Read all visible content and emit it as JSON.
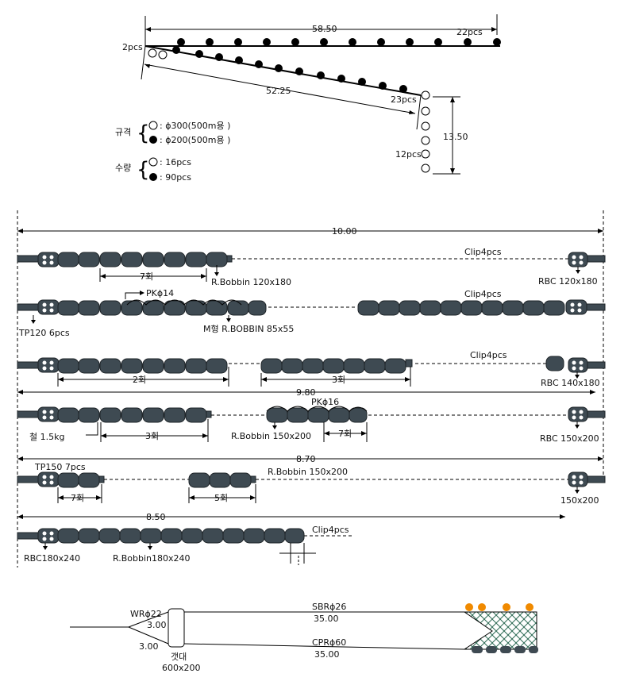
{
  "top": {
    "dim_top": "58.50",
    "dim_slant": "52.25",
    "dim_right": "13.50",
    "lbl_2pcs": "2pcs",
    "lbl_22pcs": "22pcs",
    "lbl_23pcs": "23pcs",
    "lbl_12pcs": "12pcs"
  },
  "legend": {
    "spec_label": "규격",
    "spec_open": ": ϕ300(500m용 )",
    "spec_filled": ": ϕ200(500m용 )",
    "qty_label": "수량",
    "qty_open": ": 16pcs",
    "qty_filled": ": 90pcs"
  },
  "rows": {
    "r1": {
      "dim_total": "10.00",
      "clip": "Clip4pcs",
      "span": "7회",
      "bobbin": "R.Bobbin 120x180",
      "rbc": "RBC 120x180"
    },
    "r2": {
      "clip": "Clip4pcs",
      "pk": "PKϕ14",
      "tp": "TP120 6pcs",
      "mbob": "M형 R.BOBBIN 85x55"
    },
    "r3": {
      "clip": "Clip4pcs",
      "span_a": "2회",
      "span_b": "3회",
      "rbc": "RBC 140x180",
      "dim_total": "9.80"
    },
    "r4": {
      "pk": "PKϕ16",
      "weight": "철 1.5kg",
      "span_a": "3회",
      "bobbin": "R.Bobbin 150x200",
      "span_b": "7회",
      "rbc": "RBC 150x200",
      "dim_total": "8.70"
    },
    "r5": {
      "tp": "TP150 7pcs",
      "bobbin": "R.Bobbin 150x200",
      "span_a": "7회",
      "span_b": "5회",
      "end": "150x200",
      "dim_total": "8.50"
    },
    "r6": {
      "clip": "Clip4pcs",
      "rbc": "RBC180x240",
      "bobbin": "R.Bobbin180x240"
    }
  },
  "bottom": {
    "wr": "WRϕ22",
    "d300a": "3.00",
    "d300b": "3.00",
    "sbr": "SBRϕ26",
    "sbr_len": "35.00",
    "cpr": "CPRϕ60",
    "cpr_len": "35.00",
    "gaedae": "갯대",
    "gaedae_size": "600x200"
  },
  "colors": {
    "bobbin": "#3e4a52",
    "float": "#f08a00",
    "net": "#2e6b55"
  }
}
